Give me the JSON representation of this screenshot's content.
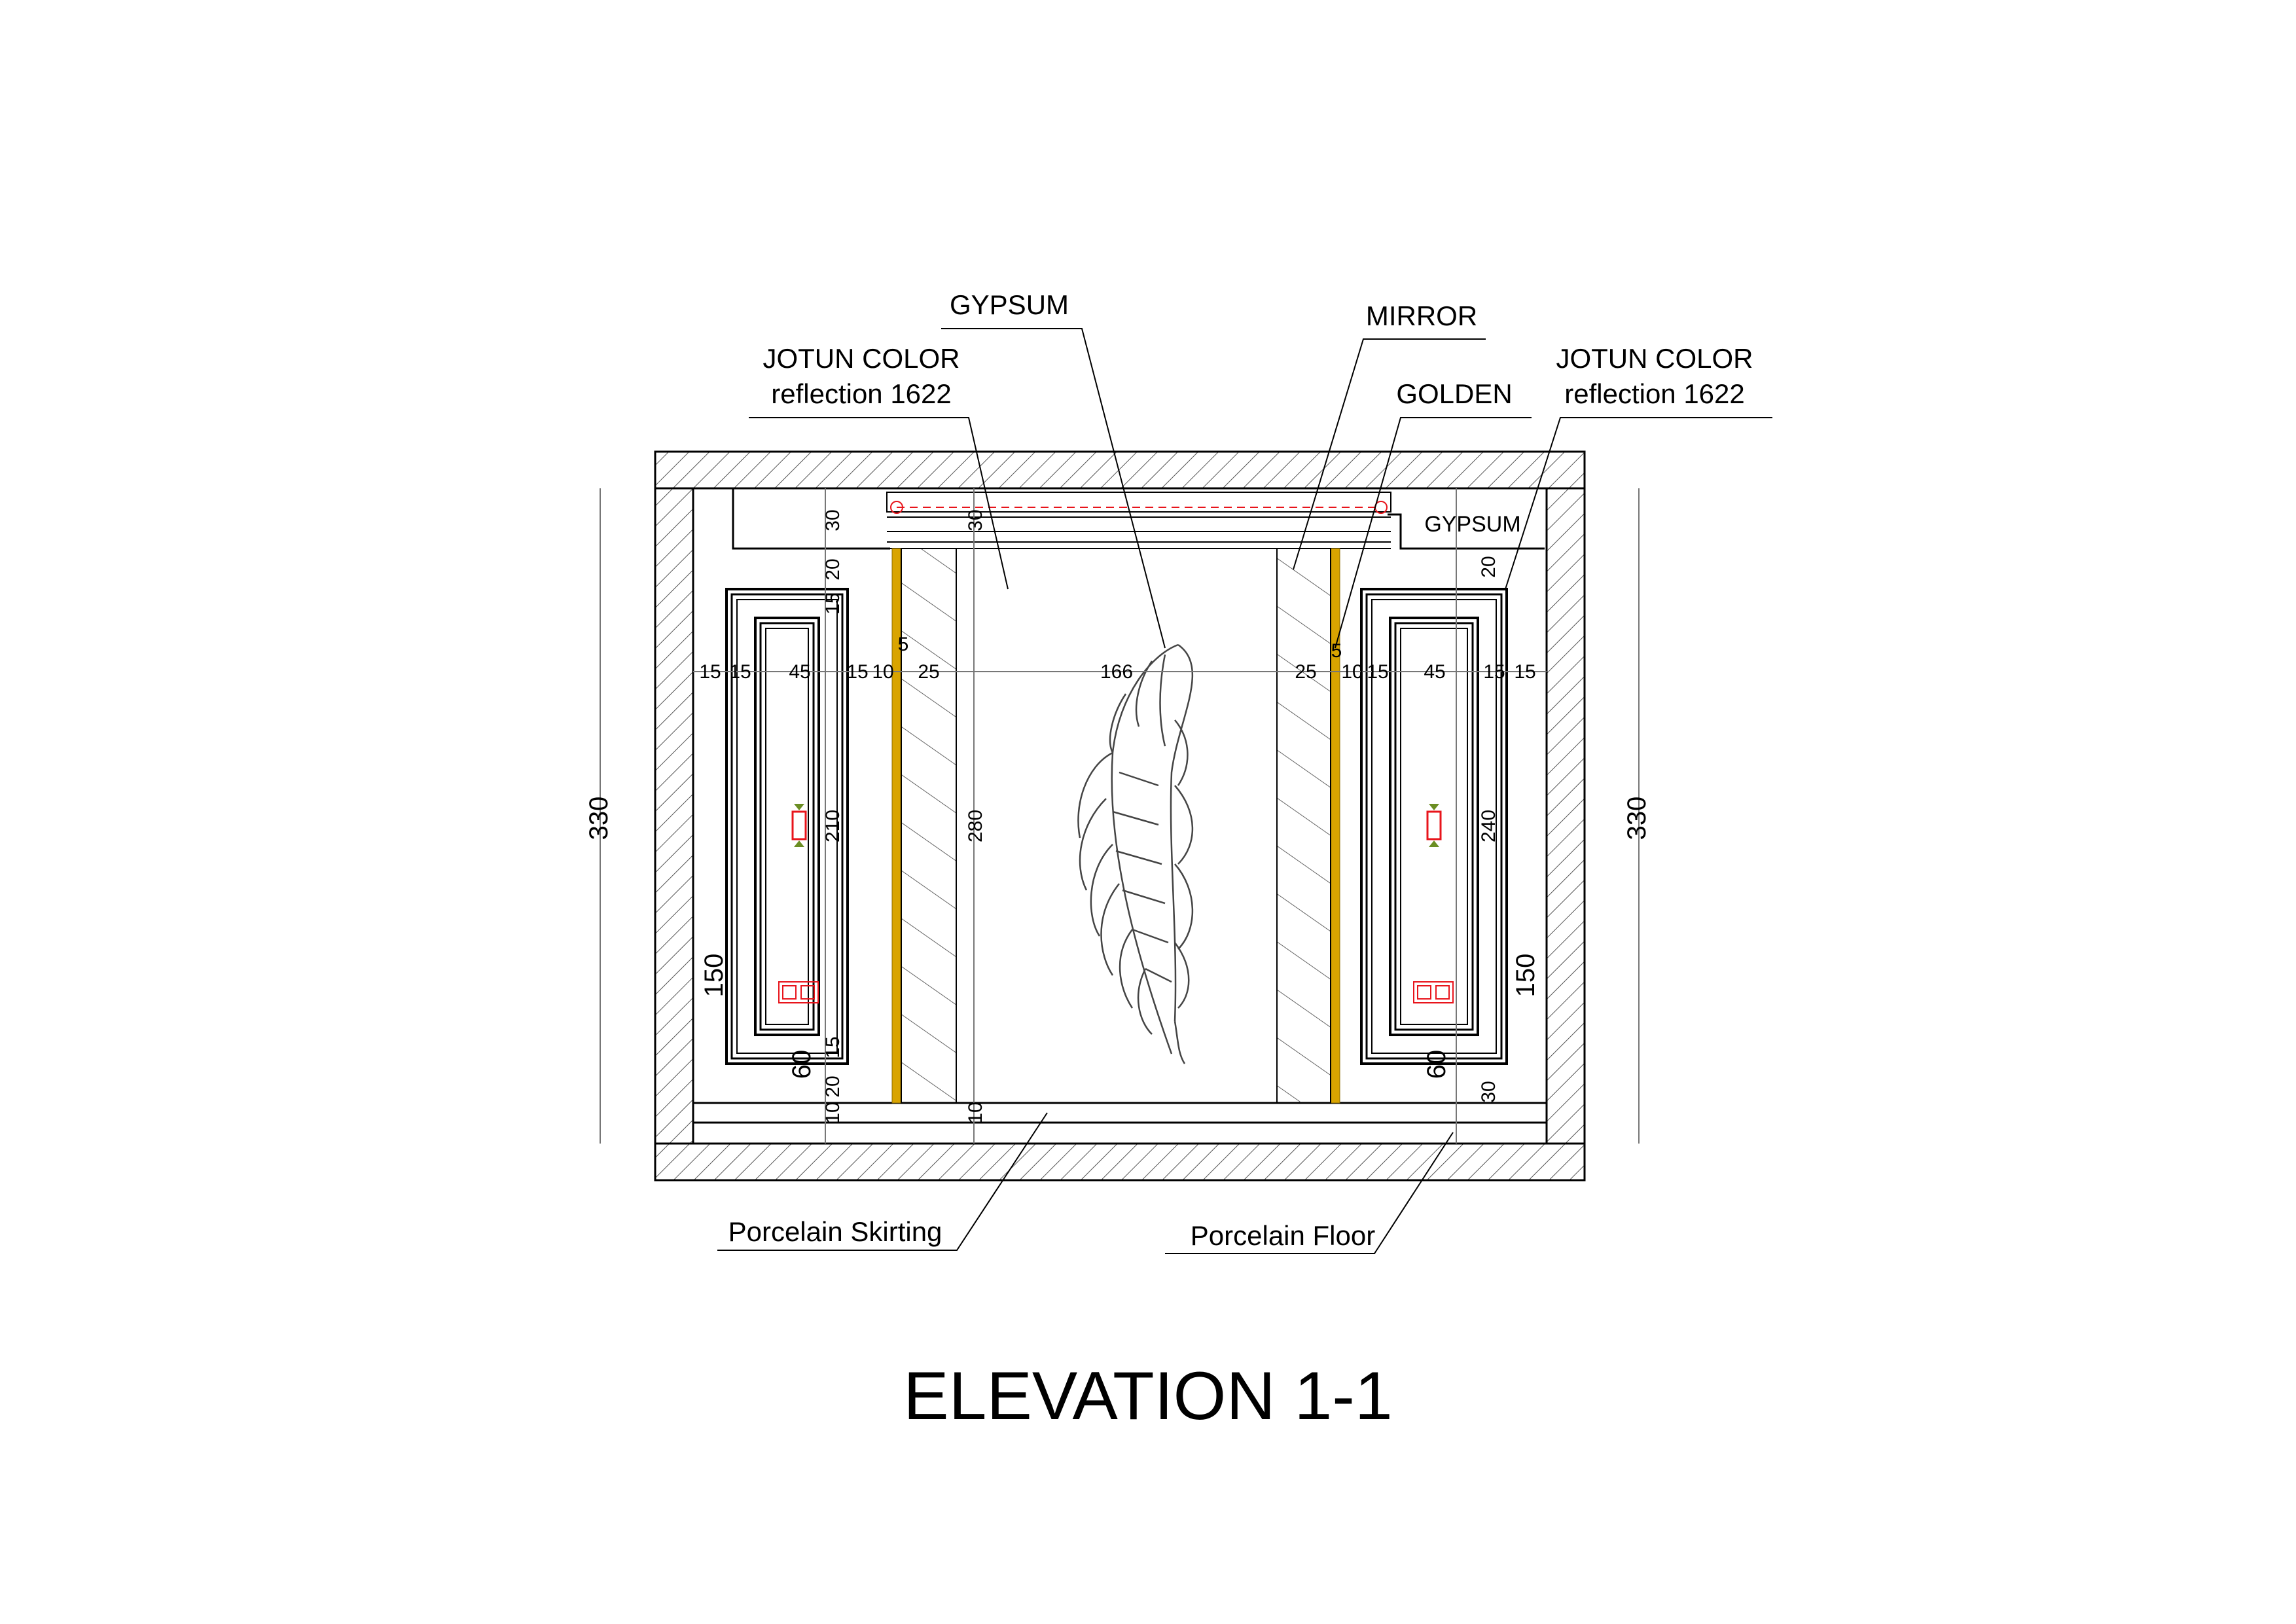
{
  "title": "ELEVATION 1-1",
  "labels": {
    "gypsum_top": "GYPSUM",
    "mirror": "MIRROR",
    "jotun_left_1": "JOTUN COLOR",
    "jotun_left_2": "reflection 1622",
    "jotun_right_1": "JOTUN COLOR",
    "jotun_right_2": "reflection 1622",
    "golden": "GOLDEN",
    "gypsum_right": "GYPSUM",
    "porcelain_skirting": "Porcelain Skirting",
    "porcelain_floor": "Porcelain Floor"
  },
  "dimensions": {
    "overall_height_left": "330",
    "overall_height_right": "330",
    "row": [
      "15",
      "15",
      "45",
      "15",
      "10",
      "25",
      "166",
      "25",
      "10",
      "15",
      "45",
      "15",
      "15"
    ],
    "golden_left": "5",
    "golden_right": "5",
    "left_top_30": "30",
    "left_20": "20",
    "left_15": "15",
    "left_210": "210",
    "left_150": "150",
    "left_60": "60",
    "left_bottom_15": "15",
    "left_bottom_20": "20",
    "left_bottom_10": "10",
    "center_30": "30",
    "center_280": "280",
    "center_10": "10",
    "right_20": "20",
    "right_240": "240",
    "right_150": "150",
    "right_60": "60",
    "right_30": "30"
  },
  "colors": {
    "golden": "#d9a400",
    "hatch": "#555555",
    "red_marker": "#e8141b"
  },
  "icons": [
    "wall-light-icon",
    "switch-socket-icon",
    "feather-icon"
  ]
}
